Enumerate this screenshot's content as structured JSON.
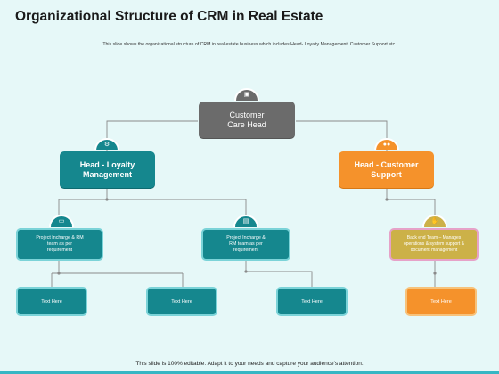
{
  "header": {
    "title": "Organizational Structure of CRM in Real Estate",
    "subtitle": "This slide shows the organizational structure of CRM in real estate business which includes Head- Loyalty Management, Customer Support etc."
  },
  "nodes": {
    "root": {
      "line1": "Customer",
      "line2": "Care Head",
      "icon": "building-icon"
    },
    "head_loyalty": {
      "line1": "Head - Loyalty",
      "line2": "Management",
      "icon": "gear-icon"
    },
    "head_support": {
      "line1": "Head - Customer",
      "line2": "Support",
      "icon": "people-icon"
    },
    "sub_left": {
      "line1": "Project Incharge & RM",
      "line2": "team as per",
      "line3": "requirement",
      "icon": "money-icon"
    },
    "sub_mid": {
      "line1": "Project Incharge &",
      "line2": "RM team as per",
      "line3": "requirement",
      "icon": "document-icon"
    },
    "sub_right": {
      "line1": "Back end Team – Manages",
      "line2": "operations & system support &",
      "line3": "document management",
      "icon": "handshake-icon"
    },
    "leaf1": {
      "label": "Text Here"
    },
    "leaf2": {
      "label": "Text Here"
    },
    "leaf3": {
      "label": "Text Here"
    },
    "leaf4": {
      "label": "Text Here"
    }
  },
  "footer": {
    "note": "This slide is 100% editable. Adapt it to your needs and capture your audience's attention."
  },
  "colors": {
    "background": "#e6f8f8",
    "teal": "#15878e",
    "orange": "#f5922b",
    "gray": "#6b6b6b",
    "olive": "#ccb148",
    "connector": "#8a8a8a"
  }
}
